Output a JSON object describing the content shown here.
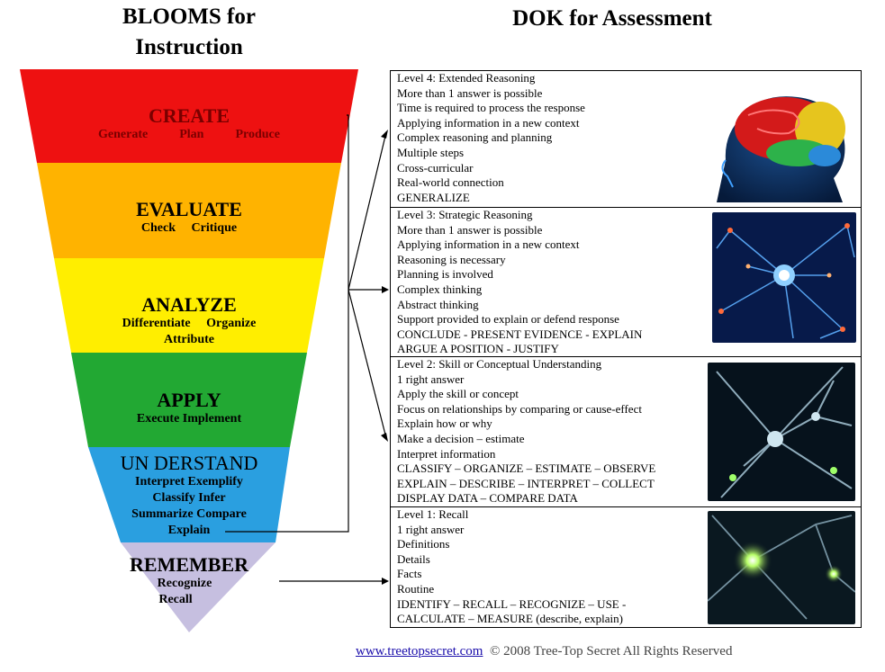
{
  "header": {
    "blooms_title": "BLOOMS for Instruction",
    "dok_title": "DOK for Assessment"
  },
  "colors": {
    "create": "#ee1111",
    "evaluate": "#ffb300",
    "analyze": "#ffee00",
    "apply": "#22a833",
    "understand": "#2a9fe0",
    "remember": "#c6bfe0"
  },
  "blooms": [
    {
      "name": "CREATE",
      "verbs": [
        "Generate",
        "Plan",
        "Produce"
      ]
    },
    {
      "name": "EVALUATE",
      "verbs": [
        "Check",
        "Critique"
      ]
    },
    {
      "name": "ANALYZE",
      "verbs": [
        "Differentiate",
        "Organize",
        "Attribute"
      ]
    },
    {
      "name": "APPLY",
      "verbs": [
        "Execute Implement"
      ]
    },
    {
      "name": "UN DERSTAND",
      "verbs": [
        "Interpret Exemplify",
        "Classify Infer",
        "Summarize Compare",
        "Explain"
      ]
    },
    {
      "name": "REMEMBER",
      "verbs": [
        "Recognize",
        "Recall"
      ]
    }
  ],
  "dok": [
    {
      "lines": [
        "Level 4:  Extended Reasoning",
        "More than 1 answer is possible",
        "Time is required to process the response",
        "Applying information in a new context",
        "Complex reasoning and planning",
        "Multiple steps",
        "Cross-curricular",
        "Real-world connection",
        "GENERALIZE"
      ],
      "image": "brain-icon"
    },
    {
      "lines": [
        "Level 3:  Strategic Reasoning",
        "More than 1 answer is possible",
        "Applying information in a new context",
        "Reasoning is necessary",
        "Planning is involved",
        "Complex thinking",
        "Abstract thinking",
        "Support provided to explain or defend response",
        "CONCLUDE - PRESENT EVIDENCE - EXPLAIN",
        "ARGUE A POSITION -  JUSTIFY"
      ],
      "image": "neuron-network-icon"
    },
    {
      "lines": [
        "Level 2:  Skill  or Conceptual Understanding",
        "1 right  answer",
        "Apply the skill or concept",
        "Focus on relationships by comparing or cause-effect",
        "Explain how or why",
        "Make a decision – estimate",
        "Interpret information",
        "CLASSIFY – ORGANIZE  – ESTIMATE – OBSERVE",
        "EXPLAIN – DESCRIBE – INTERPRET – COLLECT",
        "DISPLAY DATA – COMPARE DATA"
      ],
      "image": "neuron-icon"
    },
    {
      "lines": [
        "Level 1:  Recall",
        "1 right answer",
        "Definitions",
        "Details",
        "Facts",
        "Routine",
        "IDENTIFY – RECALL – RECOGNIZE – USE -",
        "CALCULATE – MEASURE (describe, explain)"
      ],
      "image": "neuron-glow-icon"
    }
  ],
  "footer": {
    "link": "www.treetopsecret.com",
    "text": "© 2008 Tree-Top Secret  All Rights Reserved"
  }
}
